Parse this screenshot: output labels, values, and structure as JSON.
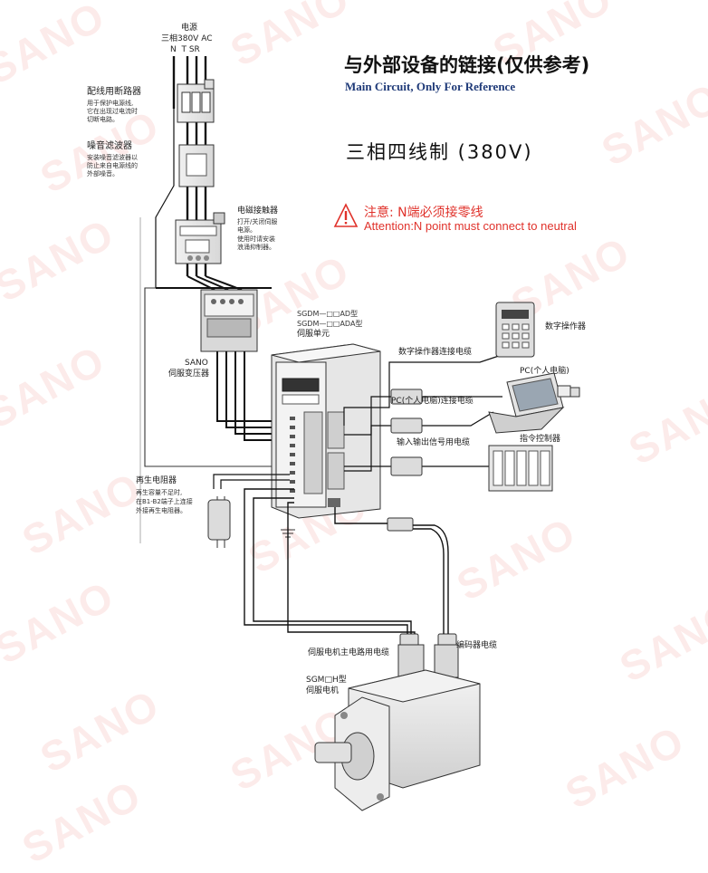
{
  "watermark": "SANO",
  "header": {
    "title_cn": "与外部设备的链接(仅供参考)",
    "title_en": "Main Circuit, Only For Reference",
    "subtitle": "三相四线制 (380V)",
    "note_cn": "注意: N端必须接零线",
    "note_en": "Attention:N point must connect to neutral"
  },
  "colors": {
    "note_red": "#e0322b",
    "title_blue": "#1f3a78",
    "watermark": "#e8463c"
  },
  "power": {
    "title": "电源",
    "spec": "三相380V AC",
    "terminals": "N  T SR"
  },
  "breaker": {
    "title": "配线用断路器",
    "desc": [
      "用于保护电源线,",
      "它在出现过电流时",
      "切断电路。"
    ]
  },
  "filter": {
    "title": "噪音滤波器",
    "desc": [
      "安装噪音滤波器以",
      "防止来自电源线的",
      "外部噪音。"
    ]
  },
  "contactor": {
    "title": "电磁接触器",
    "desc": [
      "打开/关闭伺服",
      "电源。",
      "使用时请安装",
      "浪涌抑制器。"
    ]
  },
  "transformer": {
    "line1": "SANO",
    "line2": "伺服变压器"
  },
  "servo_unit": {
    "model1": "SGDM—□□AD型",
    "model2": "SGDM—□□ADA型",
    "title": "伺服单元"
  },
  "operator": {
    "title": "数字操作器"
  },
  "operator_cable": {
    "title": "数字操作器连接电缆"
  },
  "pc": {
    "title": "PC(个人电脑)"
  },
  "pc_cable": {
    "title": "PC(个人电脑)连接电缆"
  },
  "io_cable": {
    "title": "输入输出信号用电缆"
  },
  "controller": {
    "title": "指令控制器"
  },
  "regen": {
    "title": "再生电阻器",
    "desc": [
      "再生容量不足时,",
      "在B1-B2端子上连接",
      "外接再生电阻器。"
    ]
  },
  "motor_cable": {
    "title": "伺服电机主电路用电缆"
  },
  "encoder_cable": {
    "title": "编码器电缆"
  },
  "motor": {
    "model": "SGM□H型",
    "title": "伺服电机"
  }
}
